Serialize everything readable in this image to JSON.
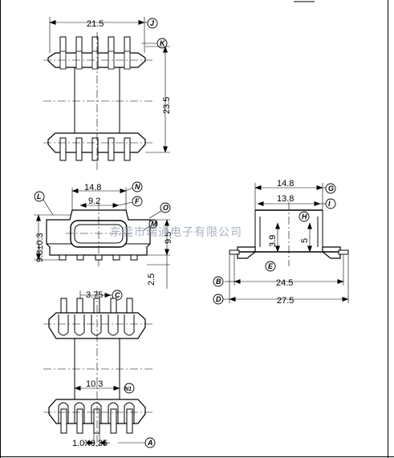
{
  "watermark": "东莞市瑞通电子有限公司",
  "top_view": {
    "dim_width": "21.5",
    "dim_height": "23.5",
    "tag_j": "J",
    "tag_k": "K"
  },
  "side_view": {
    "dim_14_8": "14.8",
    "dim_9_2": "9.2",
    "dim_9_8": "9.8±0.3",
    "dim_9_5": "9.5",
    "dim_2_5": "2.5",
    "tag_l": "L",
    "tag_n": "N",
    "tag_f": "F",
    "tag_o": "O",
    "tag_m": "M"
  },
  "front_view": {
    "dim_14_8": "14.8",
    "dim_13_8": "13.8",
    "dim_3_9": "3.9",
    "dim_5": "5",
    "dim_24_5": "24.5",
    "dim_27_5": "27.5",
    "tag_g": "G",
    "tag_i": "I",
    "tag_h": "H",
    "tag_e": "E",
    "tag_b": "B",
    "tag_d": "D"
  },
  "bottom_view": {
    "dim_3_75": "3.75",
    "dim_10_3": "10.3",
    "dim_pin": "1.0X0.35",
    "tag_c": "C",
    "tag_a": "A",
    "tag_n1": "N1"
  }
}
